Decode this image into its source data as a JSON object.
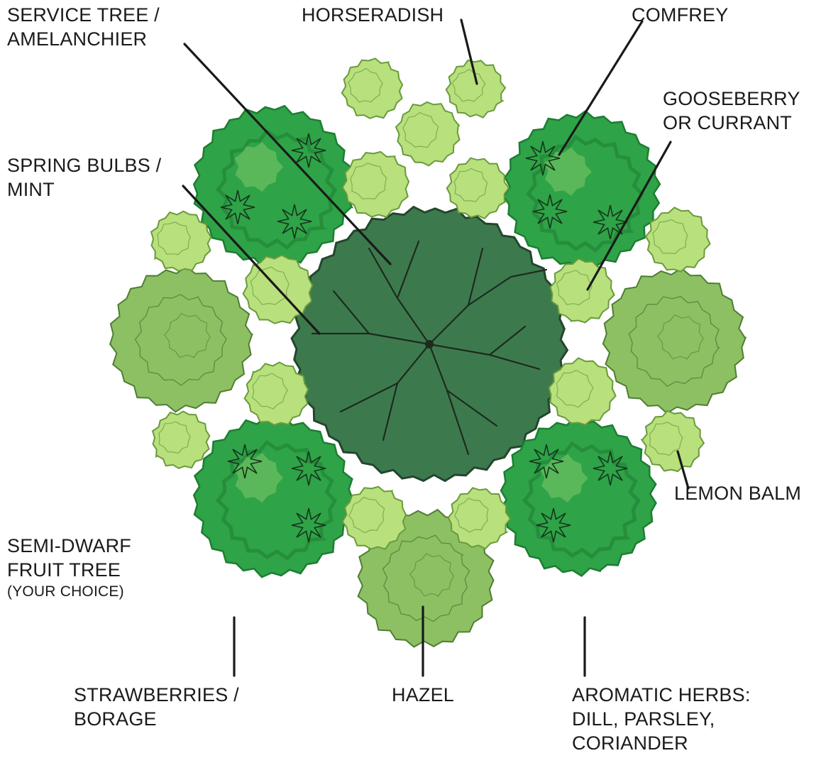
{
  "palette": {
    "central_tree": "#3c7a4e",
    "central_tree_edge": "#24462c",
    "branches": "#1e2a1e",
    "fruit_tree": "#2fa347",
    "fruit_tree_dark": "#1d7d33",
    "fruit_tree_light": "#7fcb6a",
    "large_shrub": "#8dc063",
    "large_shrub_edge": "#4f7d34",
    "small_shrub": "#b8e07d",
    "small_shrub_edge": "#6a9a3c",
    "leader_line": "#1a1a1a"
  },
  "labels": {
    "service_tree": [
      "SERVICE TREE /",
      "AMELANCHIER"
    ],
    "horseradish": [
      "HORSERADISH"
    ],
    "comfrey": [
      "COMFREY"
    ],
    "gooseberry": [
      "GOOSEBERRY",
      "OR CURRANT"
    ],
    "spring_bulbs": [
      "SPRING BULBS /",
      "MINT"
    ],
    "lemon_balm": [
      "LEMON BALM"
    ],
    "semi_dwarf": [
      "SEMI-DWARF",
      "FRUIT TREE"
    ],
    "semi_dwarf_note": "(YOUR CHOICE)",
    "strawberries": [
      "STRAWBERRIES /",
      "BORAGE"
    ],
    "hazel": [
      "HAZEL"
    ],
    "aromatic_herbs": [
      "AROMATIC HERBS:",
      "DILL, PARSLEY,",
      "CORIANDER"
    ]
  }
}
